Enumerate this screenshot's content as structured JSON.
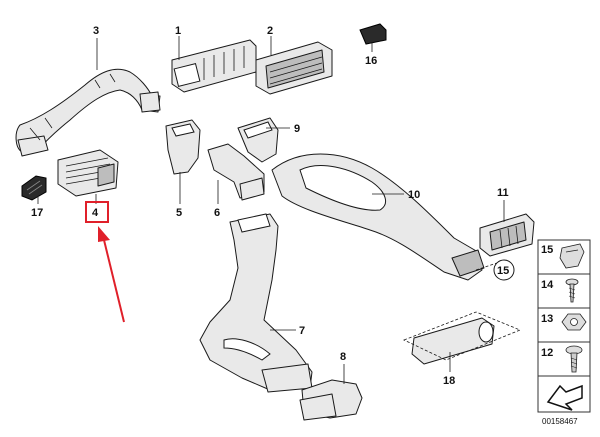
{
  "callouts": {
    "p1": "1",
    "p2": "2",
    "p3": "3",
    "p4": "4",
    "p5": "5",
    "p6": "6",
    "p7": "7",
    "p8": "8",
    "p9": "9",
    "p10": "10",
    "p11": "11",
    "p15": "15",
    "p16": "16",
    "p17": "17",
    "p18": "18"
  },
  "legend": {
    "l15": "15",
    "l14": "14",
    "l13": "13",
    "l12": "12"
  },
  "diagram_id": "00158467",
  "highlight": {
    "part": "4",
    "color": "#e0202a"
  }
}
